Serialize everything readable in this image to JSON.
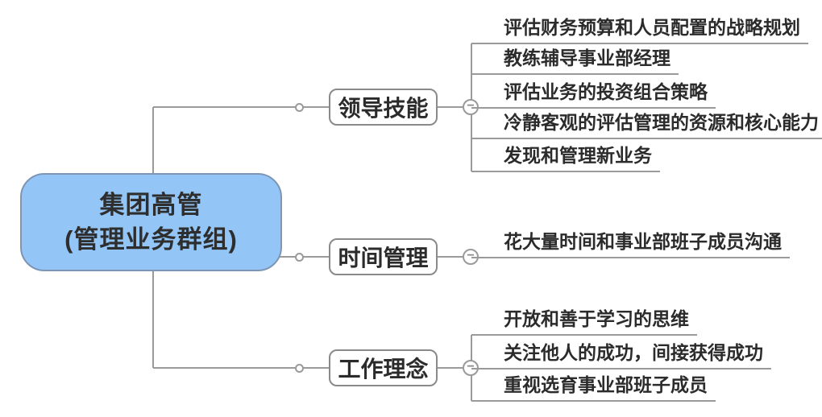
{
  "root": {
    "title_line1": "集团高管",
    "title_line2": "(管理业务群组)"
  },
  "branches": [
    {
      "label": "领导技能",
      "children": [
        "评估财务预算和人员配置的战略规划",
        "教练辅导事业部经理",
        "评估业务的投资组合策略",
        "冷静客观的评估管理的资源和核心能力",
        "发现和管理新业务"
      ]
    },
    {
      "label": "时间管理",
      "children": [
        "花大量时间和事业部班子成员沟通"
      ]
    },
    {
      "label": "工作理念",
      "children": [
        "开放和善于学习的思维",
        "关注他人的成功，间接获得成功",
        "重视选育事业部班子成员"
      ]
    }
  ],
  "icons": {
    "minus_glyph": "−"
  },
  "colors": {
    "root_fill": "#93C6F7",
    "root_border": "#7E95B5",
    "branch_border": "#8A8A8A",
    "line": "#9A9A9A",
    "text": "#2B2B2B"
  }
}
